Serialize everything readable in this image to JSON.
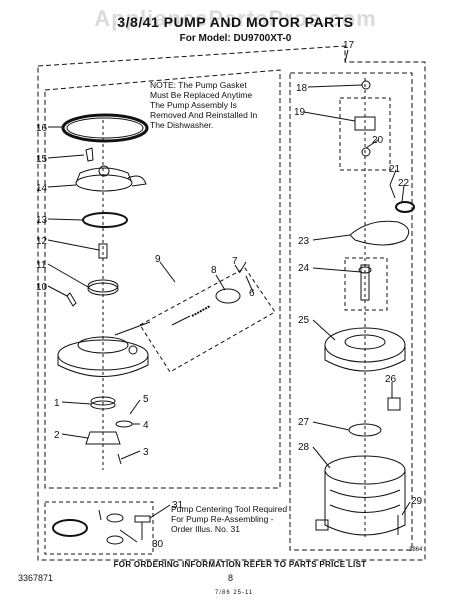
{
  "watermark": "AppliancePartsPros.com",
  "title": "3/8/41 PUMP AND MOTOR PARTS",
  "model_line": "For Model: DU9700XT-0",
  "note_top": "NOTE: The Pump Gasket Must Be Replaced Anytime The Pump Assembly Is Removed And Reinstalled In The Dishwasher.",
  "note_bottom": "Pump Centering Tool Required For Pump Re-Assembling - Order Illus. No. 31",
  "footer": "FOR ORDERING INFORMATION REFER TO PARTS PRICE LIST",
  "part_number": "3367871",
  "page_number": "8",
  "date": "7/86 25-11",
  "ref_code": "3864",
  "callouts": {
    "c1": "1",
    "c2": "2",
    "c3": "3",
    "c4": "4",
    "c5": "5",
    "c6": "6",
    "c7": "7",
    "c8": "8",
    "c9": "9",
    "c10": "10",
    "c11": "11",
    "c12": "12",
    "c13": "13",
    "c14": "14",
    "c15": "15",
    "c16": "16",
    "c17": "17",
    "c18": "18",
    "c19": "19",
    "c20": "20",
    "c21": "21",
    "c22": "22",
    "c23": "23",
    "c24": "24",
    "c25": "25",
    "c26": "26",
    "c27": "27",
    "c28": "28",
    "c29": "29",
    "c30": "30",
    "c31": "31"
  }
}
